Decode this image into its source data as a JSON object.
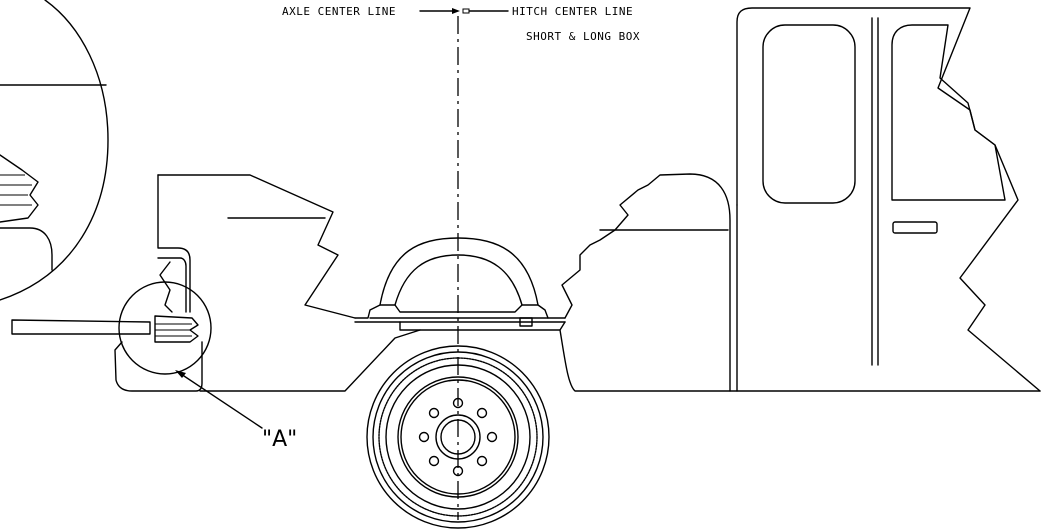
{
  "labels": {
    "axle_center_line": "AXLE CENTER LINE",
    "hitch_center_line": "HITCH CENTER LINE",
    "box_note": "SHORT & LONG BOX",
    "detail_callout": "\"A\""
  }
}
